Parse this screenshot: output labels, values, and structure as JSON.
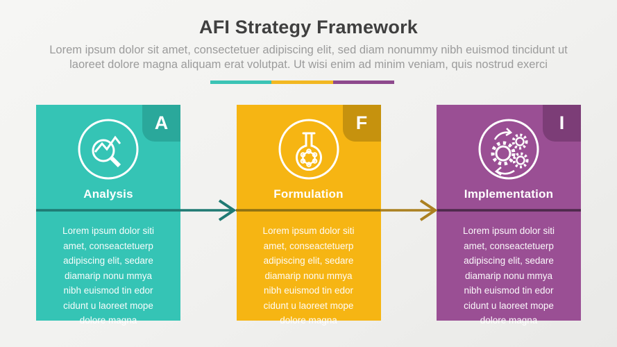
{
  "header": {
    "title": "AFI Strategy Framework",
    "subtitle": "Lorem ipsum dolor sit amet, consectetuer adipiscing elit, sed diam nonummy nibh euismod tincidunt ut\nlaoreet dolore magna aliquam erat volutpat. Ut wisi enim ad minim veniam, quis nostrud exerci"
  },
  "divider": {
    "colors": [
      "#3bc3b5",
      "#f2b822",
      "#8e4a8d"
    ]
  },
  "steps": [
    {
      "letter": "A",
      "title": "Analysis",
      "icon": "magnifier-trend-icon",
      "body": "Lorem ipsum dolor siti\namet, conseactetuerp\nadipiscing elit, sedare\ndiamarip nonu mmya\nnibh euismod tin edor\ncidunt u laoreet mope\ndolore magna",
      "colors": {
        "box": "#35c4b5",
        "badge": "#2aa89b",
        "line": "#1f7a73"
      }
    },
    {
      "letter": "F",
      "title": "Formulation",
      "icon": "flask-molecule-icon",
      "body": "Lorem ipsum dolor siti\namet, conseactetuerp\nadipiscing elit, sedare\ndiamarip nonu mmya\nnibh euismod tin edor\ncidunt u laoreet mope\ndolore magna",
      "colors": {
        "box": "#f6b513",
        "badge": "#c6920e",
        "line": "#8d7013"
      }
    },
    {
      "letter": "I",
      "title": "Implementation",
      "icon": "gears-process-icon",
      "body": "Lorem ipsum dolor siti\namet, conseactetuerp\nadipiscing elit, sedare\ndiamarip nonu mmya\nnibh euismod tin edor\ncidunt u laoreet mope\ndolore magna",
      "colors": {
        "box": "#9a4f94",
        "badge": "#7c3d77",
        "line": "#4c294a"
      }
    }
  ],
  "arrows": [
    {
      "color": "#1f7a73"
    },
    {
      "color": "#ab8020"
    }
  ]
}
